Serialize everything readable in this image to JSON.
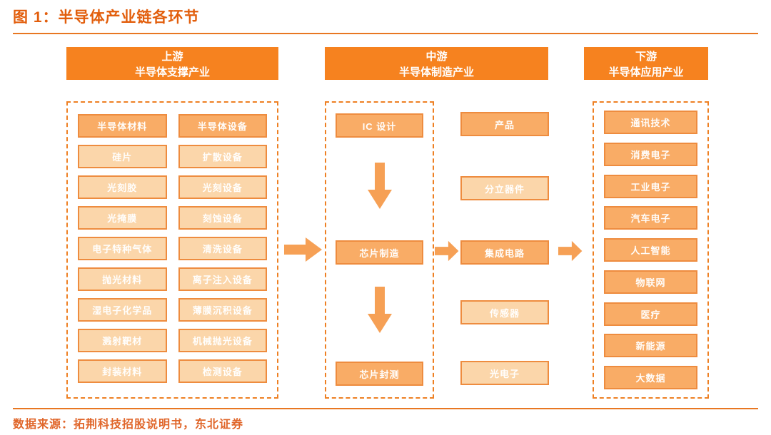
{
  "figure": {
    "title": "图 1：半导体产业链各环节",
    "source": "数据来源：拓荆科技招股说明书，东北证券"
  },
  "upstream": {
    "header_line1": "上游",
    "header_line2": "半导体支撑产业",
    "materials": [
      "半导体材料",
      "硅片",
      "光刻胶",
      "光掩膜",
      "电子特种气体",
      "抛光材料",
      "湿电子化学品",
      "溅射靶材",
      "封装材料"
    ],
    "equipment": [
      "半导体设备",
      "扩散设备",
      "光刻设备",
      "刻蚀设备",
      "清洗设备",
      "离子注入设备",
      "薄膜沉积设备",
      "机械抛光设备",
      "检测设备"
    ]
  },
  "midstream": {
    "header_line1": "中游",
    "header_line2": "半导体制造产业",
    "process": {
      "ic_design": "IC 设计",
      "chip_manufacturing": "芯片制造",
      "chip_packaging_testing": "芯片封测"
    },
    "products": {
      "label": "产品",
      "discrete_devices": "分立器件",
      "integrated_circuit": "集成电路",
      "sensor": "传感器",
      "optoelectronics": "光电子"
    }
  },
  "downstream": {
    "header_line1": "下游",
    "header_line2": "半导体应用产业",
    "applications": [
      "通讯技术",
      "消费电子",
      "工业电子",
      "汽车电子",
      "人工智能",
      "物联网",
      "医疗",
      "新能源",
      "大数据"
    ]
  },
  "colors": {
    "header_fill": "#F6821F",
    "node_dark_fill": "#F9AC66",
    "node_light_fill": "#FBD6AA",
    "node_border": "#EE8C3F",
    "dashed_border": "#EE8023",
    "arrow_fill": "#F6A055",
    "title_text": "#E25E0C",
    "rule": "#E87722"
  }
}
